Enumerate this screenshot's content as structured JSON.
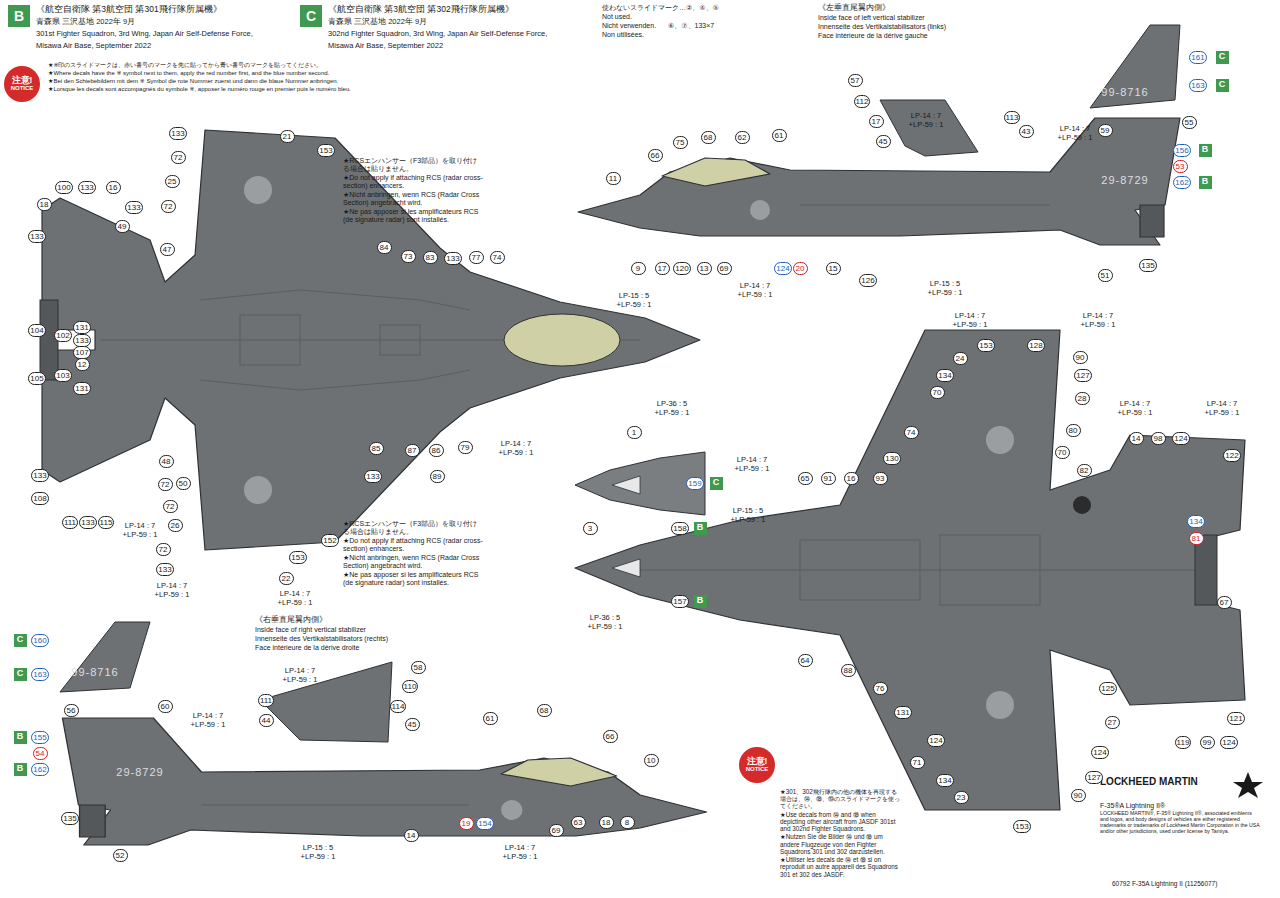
{
  "diagram": {
    "nodes": [
      {
        "text": [
          "B"
        ]
      },
      {
        "text": [
          "C"
        ]
      },
      {
        "text": [
          "注意!",
          "NOTICE"
        ]
      },
      {
        "text": [
          "注意!",
          "NOTICE"
        ]
      },
      {
        "text": [
          "C"
        ]
      },
      {
        "text": [
          "C"
        ]
      },
      {
        "text": [
          "B"
        ]
      },
      {
        "text": [
          "B"
        ]
      },
      {
        "text": [
          "C"
        ]
      },
      {
        "text": [
          "B"
        ]
      },
      {
        "text": [
          "B"
        ]
      },
      {
        "text": [
          "C"
        ]
      },
      {
        "text": [
          "C"
        ]
      },
      {
        "text": [
          "B"
        ]
      },
      {
        "text": [
          "B"
        ]
      }
    ],
    "labels": [
      "《航空自衛隊 第3航空団 第301飛行隊所属機》",
      "青森県 三沢基地 2022年 9月",
      "301st Fighter Squadron, 3rd Wing, Japan Air Self-Defense Force,",
      "Misawa Air Base, September 2022",
      "《航空自衛隊 第3航空団 第302飛行隊所属機》",
      "青森県 三沢基地 2022年 9月",
      "302nd Fighter Squadron, 3rd Wing, Japan Air Self-Defense Force,",
      "Misawa Air Base, September 2022",
      "★※印のスライドマークは、赤い番号のマークを先に貼ってから青い番号のマークを貼ってください。",
      "★Where decals have the ※ symbol next to them, apply the red number first, and the blue number second.",
      "★Bei den Schiebebildern mit dem ※ Symbol die rote Nummer zuerst und dann die blaue Nummer anbringen.",
      "★Lorsque les decals sont accompagnés du symbole ※, apposer le numéro rouge en premier puis le numéro bleu.",
      "使わないスライドマーク…②、④、⑤",
      "Not used.",
      "Nicht verwenden.",
      "Non utilisées.",
      "⑥、⑦、133×7",
      "《左垂直尾翼内側》",
      "Inside face of left vertical stabilizer",
      "Innenseite des Vertikalstabilisators (links)",
      "Face intérieure de la dérive gauche",
      "《右垂直尾翼内側》",
      "Inside face of right vertical stabilizer",
      "Innenseite des Vertikalstabilisators (rechts)",
      "Face intérieure de la dérive droite",
      "★RCSエンハンサー（F3部品）を取り付ける場合は貼りません。",
      "★Do not apply if attaching RCS (radar cross-section) enhancers.",
      "★Nicht anbringen, wenn RCS (Radar Cross Section) angebracht wird.",
      "★Ne pas apposer si les amplificateurs RCS (de signature radar) sont installés.",
      "★RCSエンハンサー（F3部品）を取り付ける場合は貼りません。",
      "★Do not apply if attaching RCS (radar cross-section) enhancers.",
      "★Nicht anbringen, wenn RCS (Radar Cross Section) angebracht wird.",
      "★Ne pas apposer si les amplificateurs RCS (de signature radar) sont installés.",
      "★301、302飛行隊内の他の機体を再現する場合は、⑭、⑱、⑲のスライドマークを使ってください。",
      "★Use decals from ⑭ and ⑱ when depicting other aircraft from JASDF 301st and 302nd Fighter Squadrons.",
      "★Nutzen Sie die Bilder ⑭ und ⑱ um andere Flugzeuge von den Fighter Squadrons 301 und 302 darzustellen.",
      "★Utiliser les decals de ⑭ et ⑱ si on reproduit un autre appareil des Squadrons 301 et 302 des JASDF.",
      "LOCKHEED MARTIN",
      "F-35®A Lightning II®",
      "LOCKHEED MARTIN®, F-35® Lightning II®, associated emblems and logos, and body designs of vehicles are either registered trademarks or trademarks of Lockheed Martin Corporation in the USA and/or other jurisdictions, used under license by Tamiya.",
      "60792 F-35A Lightning II (11256077)",
      "99-8716",
      "29-8729",
      "99-8716",
      "29-8729",
      "LP-15 : 5 +LP-59 : 1",
      "LP-36 : 5 +LP-59 : 1",
      "LP-14 : 7 +LP-59 : 1",
      "LP-14 : 7 +LP-59 : 1",
      "LP-14 : 7 +LP-59 : 1",
      "LP-14 : 7 +LP-59 : 1",
      "LP-14 : 7 +LP-59 : 1",
      "LP-14 : 7 +LP-59 : 1",
      "LP-14 : 7 +LP-59 : 1",
      "LP-15 : 5 +LP-59 : 1",
      "LP-14 : 7 +LP-59 : 1",
      "LP-15 : 5 +LP-59 : 1",
      "LP-36 : 5 +LP-59 : 1",
      "LP-14 : 7 +LP-59 : 1",
      "LP-14 : 7 +LP-59 : 1",
      "LP-14 : 7 +LP-59 : 1",
      "LP-14 : 7 +LP-59 : 1",
      "LP-14 : 7 +LP-59 : 1",
      "LP-14 : 7 +LP-59 : 1",
      "LP-15 : 5 +LP-59 : 1",
      "LP-14 : 7 +LP-59 : 1",
      "133",
      "72",
      "21",
      "153",
      "25",
      "100",
      "133",
      "16",
      "18",
      "133",
      "72",
      "133",
      "49",
      "47",
      "84",
      "73",
      "83",
      "133",
      "77",
      "74",
      "104",
      "102",
      "131",
      "133",
      "107",
      "12",
      "131",
      "105",
      "103",
      "133",
      "108",
      "111",
      "133",
      "115",
      "72",
      "48",
      "50",
      "72",
      "26",
      "72",
      "133",
      "22",
      "153",
      "152",
      "85",
      "87",
      "86",
      "79",
      "89",
      "133",
      "1",
      "66",
      "75",
      "68",
      "62",
      "61",
      "11",
      "9",
      "17",
      "120",
      "13",
      "69",
      "124",
      "20",
      "15",
      "126",
      "51",
      "135",
      "57",
      "112",
      "17",
      "45",
      "113",
      "43",
      "59",
      "55",
      "156",
      "53",
      "162",
      "161",
      "163",
      "3",
      "159",
      "158",
      "157",
      "153",
      "128",
      "24",
      "134",
      "70",
      "74",
      "130",
      "93",
      "65",
      "91",
      "16",
      "127",
      "90",
      "28",
      "80",
      "70",
      "82",
      "14",
      "98",
      "124",
      "122",
      "134",
      "81",
      "67",
      "64",
      "88",
      "76",
      "131",
      "124",
      "71",
      "134",
      "23",
      "153",
      "90",
      "127",
      "124",
      "27",
      "125",
      "119",
      "99",
      "124",
      "121",
      "56",
      "60",
      "155",
      "54",
      "162",
      "135",
      "52",
      "14",
      "19",
      "154",
      "69",
      "63",
      "18",
      "8",
      "10",
      "61",
      "68",
      "66",
      "58",
      "110",
      "114",
      "45",
      "111",
      "44",
      "160",
      "163"
    ]
  }
}
